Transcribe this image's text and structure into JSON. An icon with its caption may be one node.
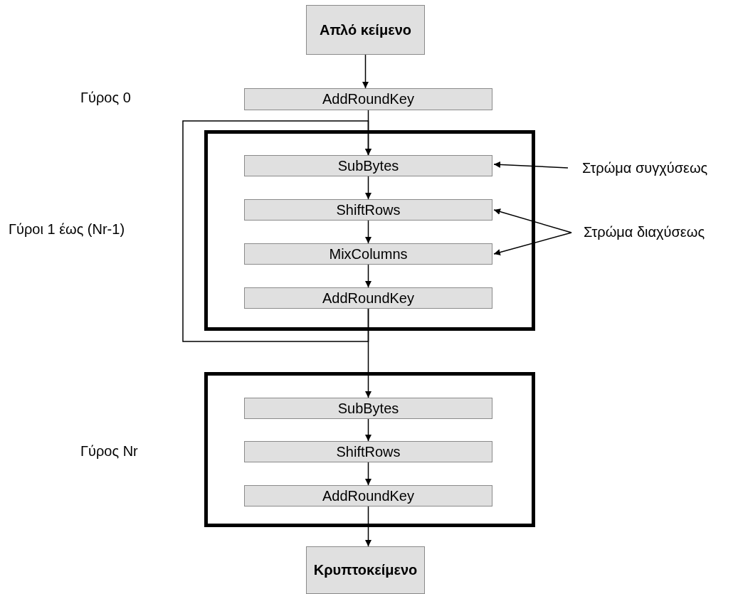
{
  "diagram": {
    "nodes": [
      {
        "text": [
          "Απλό κείμενο"
        ]
      },
      {
        "text": [
          "AddRoundKey"
        ]
      },
      {
        "text": [],
        "shape": "box"
      },
      {
        "text": [
          "SubBytes"
        ],
        "in": 2
      },
      {
        "text": [
          "ShiftRows"
        ],
        "in": 2
      },
      {
        "text": [
          "MixColumns"
        ],
        "in": 2
      },
      {
        "text": [
          "AddRoundKey"
        ],
        "in": 2
      },
      {
        "text": [],
        "shape": "box"
      },
      {
        "text": [
          "SubBytes"
        ],
        "in": 7
      },
      {
        "text": [
          "ShiftRows"
        ],
        "in": 7
      },
      {
        "text": [
          "AddRoundKey"
        ],
        "in": 7
      },
      {
        "text": [
          "Κρυπτοκείμενο"
        ]
      },
      {
        "text": [
          "Στρώμα συγχύσεως"
        ]
      },
      {
        "text": [
          "Στρώμα διαχύσεως"
        ]
      }
    ],
    "edges": [
      {
        "from": 0,
        "to": 1,
        "arrow": "to"
      },
      {
        "from": 1,
        "to": 3,
        "arrow": "to"
      },
      {
        "from": 3,
        "to": 4,
        "arrow": "to"
      },
      {
        "from": 4,
        "to": 5,
        "arrow": "to"
      },
      {
        "from": 5,
        "to": 6,
        "arrow": "to"
      },
      {
        "from": 6,
        "to": 3,
        "arrow": "to"
      },
      {
        "from": 6,
        "to": 8,
        "arrow": "to"
      },
      {
        "from": 8,
        "to": 9,
        "arrow": "to"
      },
      {
        "from": 9,
        "to": 10,
        "arrow": "to"
      },
      {
        "from": 10,
        "to": 11,
        "arrow": "to"
      },
      {
        "from": 12,
        "to": 3,
        "arrow": "to"
      },
      {
        "from": 13,
        "to": 4,
        "arrow": "to"
      },
      {
        "from": 13,
        "to": 5,
        "arrow": "to"
      }
    ],
    "labels": [
      "Γύρος 0",
      "Γύροι 1 έως (Nr-1)",
      "Γύρος Nr"
    ]
  }
}
